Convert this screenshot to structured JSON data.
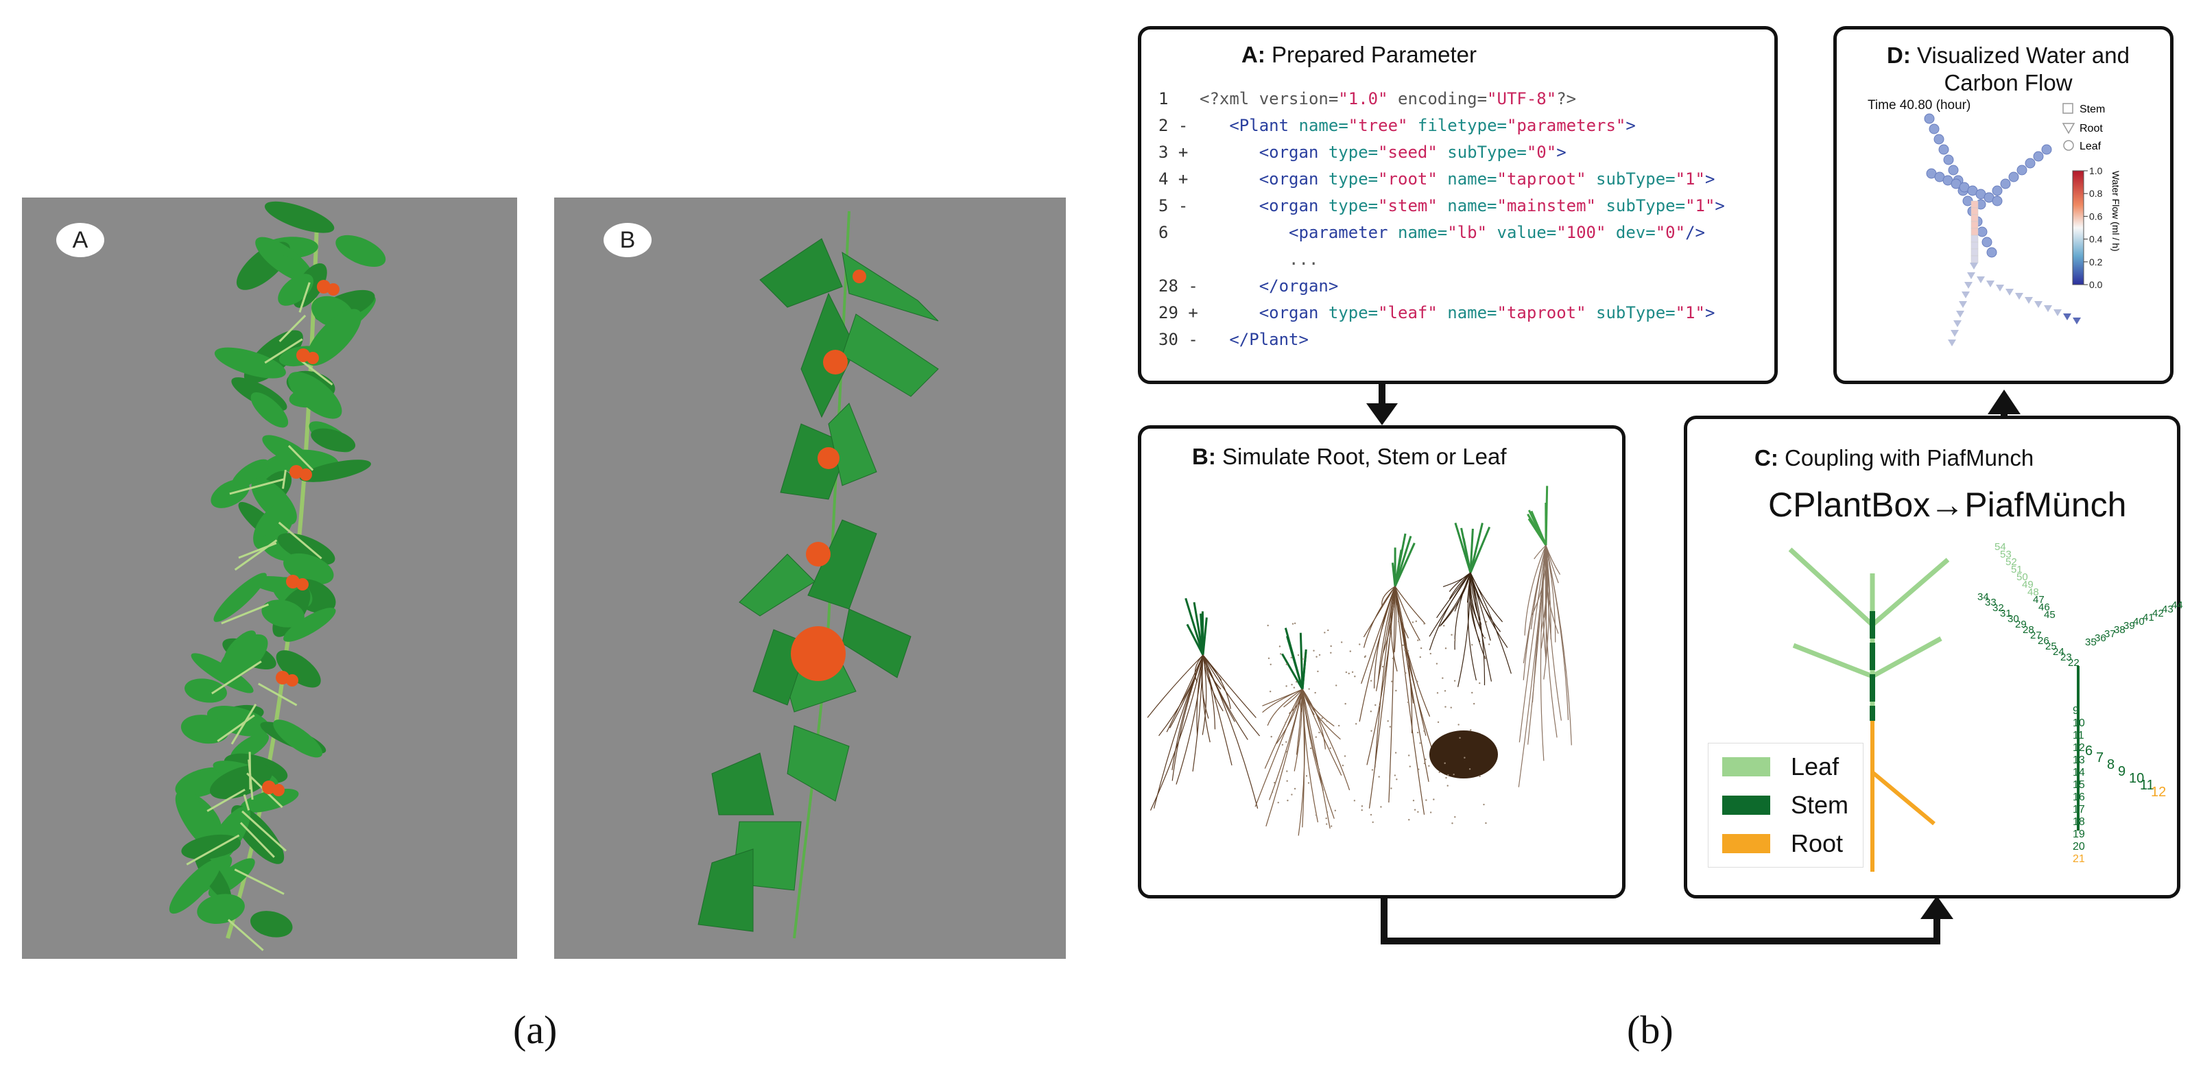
{
  "left_panel": {
    "label_a": "A",
    "label_b": "B",
    "caption": "(a)"
  },
  "right_panel": {
    "caption": "(b)",
    "box_a": {
      "letter": "A:",
      "title": "Prepared Parameter",
      "code": [
        {
          "num": "1",
          "mark": "",
          "indent": 0,
          "segments": [
            [
              "pi",
              "<?xml version="
            ],
            [
              "str",
              "\"1.0\""
            ],
            [
              "pi",
              " encoding="
            ],
            [
              "str",
              "\"UTF-8\""
            ],
            [
              "pi",
              "?>"
            ]
          ]
        },
        {
          "num": "2",
          "mark": "-",
          "indent": 1,
          "segments": [
            [
              "tag",
              "<Plant "
            ],
            [
              "attr",
              "name="
            ],
            [
              "str",
              "\"tree\""
            ],
            [
              "attr",
              " filetype="
            ],
            [
              "str",
              "\"parameters\""
            ],
            [
              "tag",
              ">"
            ]
          ]
        },
        {
          "num": "3",
          "mark": "+",
          "indent": 2,
          "segments": [
            [
              "tag",
              "<organ "
            ],
            [
              "attr",
              "type="
            ],
            [
              "str",
              "\"seed\""
            ],
            [
              "attr",
              " subType="
            ],
            [
              "str",
              "\"0\""
            ],
            [
              "tag",
              ">"
            ]
          ]
        },
        {
          "num": "4",
          "mark": "+",
          "indent": 2,
          "segments": [
            [
              "tag",
              "<organ "
            ],
            [
              "attr",
              "type="
            ],
            [
              "str",
              "\"root\""
            ],
            [
              "attr",
              " name="
            ],
            [
              "str",
              "\"taproot\""
            ],
            [
              "attr",
              " subType="
            ],
            [
              "str",
              "\"1\""
            ],
            [
              "tag",
              ">"
            ]
          ]
        },
        {
          "num": "5",
          "mark": "-",
          "indent": 2,
          "segments": [
            [
              "tag",
              "<organ "
            ],
            [
              "attr",
              "type="
            ],
            [
              "str",
              "\"stem\""
            ],
            [
              "attr",
              " name="
            ],
            [
              "str",
              "\"mainstem\""
            ],
            [
              "attr",
              " subType="
            ],
            [
              "str",
              "\"1\""
            ],
            [
              "tag",
              ">"
            ]
          ]
        },
        {
          "num": "6",
          "mark": "",
          "indent": 3,
          "segments": [
            [
              "tag",
              "<parameter "
            ],
            [
              "attr",
              "name="
            ],
            [
              "str",
              "\"lb\""
            ],
            [
              "attr",
              " value="
            ],
            [
              "str",
              "\"100\""
            ],
            [
              "attr",
              " dev="
            ],
            [
              "str",
              "\"0\""
            ],
            [
              "tag",
              "/>"
            ]
          ]
        },
        {
          "num": "",
          "mark": "",
          "indent": 3,
          "segments": [
            [
              "pi",
              "..."
            ]
          ]
        },
        {
          "num": "28",
          "mark": "-",
          "indent": 2,
          "segments": [
            [
              "tag",
              "</organ>"
            ]
          ]
        },
        {
          "num": "29",
          "mark": "+",
          "indent": 2,
          "segments": [
            [
              "tag",
              "<organ "
            ],
            [
              "attr",
              "type="
            ],
            [
              "str",
              "\"leaf\""
            ],
            [
              "attr",
              " name="
            ],
            [
              "str",
              "\"taproot\""
            ],
            [
              "attr",
              " subType="
            ],
            [
              "str",
              "\"1\""
            ],
            [
              "tag",
              ">"
            ]
          ]
        },
        {
          "num": "30",
          "mark": "-",
          "indent": 1,
          "segments": [
            [
              "tag",
              "</Plant>"
            ]
          ]
        }
      ]
    },
    "box_b": {
      "letter": "B:",
      "title": "Simulate Root, Stem or Leaf"
    },
    "box_c": {
      "letter": "C:",
      "title": "Coupling with PiafMunch",
      "heading": "CPlantBox→PiafMünch",
      "legend": [
        {
          "label": "Leaf",
          "color": "#9dd48f"
        },
        {
          "label": "Stem",
          "color": "#0d6a2c"
        },
        {
          "label": "Root",
          "color": "#f5a623"
        }
      ],
      "node_numbers_trunk": [
        "9",
        "10",
        "11",
        "12",
        "13",
        "14",
        "15",
        "16",
        "17",
        "18",
        "19",
        "20",
        "21"
      ],
      "node_numbers_branch": [
        "6",
        "7",
        "8",
        "9",
        "10",
        "11",
        "12"
      ],
      "node_numbers_upper": [
        "22",
        "23",
        "24",
        "25",
        "26",
        "27",
        "28",
        "29",
        "30",
        "31",
        "32",
        "33",
        "34",
        "35",
        "36",
        "37",
        "38",
        "39",
        "40",
        "41",
        "42",
        "43",
        "44",
        "45",
        "46",
        "47",
        "48",
        "49",
        "50",
        "51",
        "52",
        "53",
        "54"
      ]
    },
    "box_d": {
      "letter": "D:",
      "title_line1": "Visualized Water and",
      "title_line2": "Carbon Flow",
      "time_label": "Time 40.80 (hour)",
      "legend": [
        "Stem",
        "Root",
        "Leaf"
      ],
      "colorbar_label": "Water Flow (ml / h)",
      "colorbar_ticks": [
        "1.0",
        "0.8",
        "0.6",
        "0.4",
        "0.2",
        "0.0"
      ]
    }
  },
  "colors": {
    "panel_bg": "#8a8a8a",
    "leaf_green": "#2e9e3a",
    "fruit": "#e8571f",
    "border": "#111111"
  }
}
